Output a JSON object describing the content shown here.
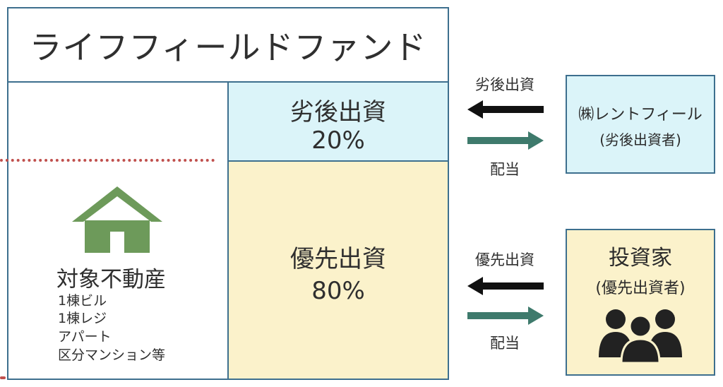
{
  "fund": {
    "title": "ライフフィールドファンド"
  },
  "subordinated": {
    "label": "劣後出資",
    "percent": "20%"
  },
  "senior": {
    "label": "優先出資",
    "percent": "80%"
  },
  "property": {
    "title": "対象不動産",
    "items": [
      "1棟ビル",
      "1棟レジ",
      "アパート",
      "区分マンション等"
    ]
  },
  "arrows_top": {
    "upper_label": "劣後出資",
    "lower_label": "配当"
  },
  "arrows_bottom": {
    "upper_label": "優先出資",
    "lower_label": "配当"
  },
  "rent_field": {
    "name": "㈱レントフィール",
    "role": "(劣後出資者)"
  },
  "investor": {
    "name": "投資家",
    "role": "(優先出資者)"
  },
  "icons": [
    "house-icon",
    "people-icon",
    "arrow-left-icon",
    "arrow-right-icon"
  ],
  "colors": {
    "border": "#3d6f8e",
    "light_blue": "#dbf4f9",
    "light_yellow": "#fbf2cb",
    "house_green": "#6d9a5a",
    "dividend_arrow": "#3e7a6c",
    "dotted_line": "#c0504d"
  }
}
